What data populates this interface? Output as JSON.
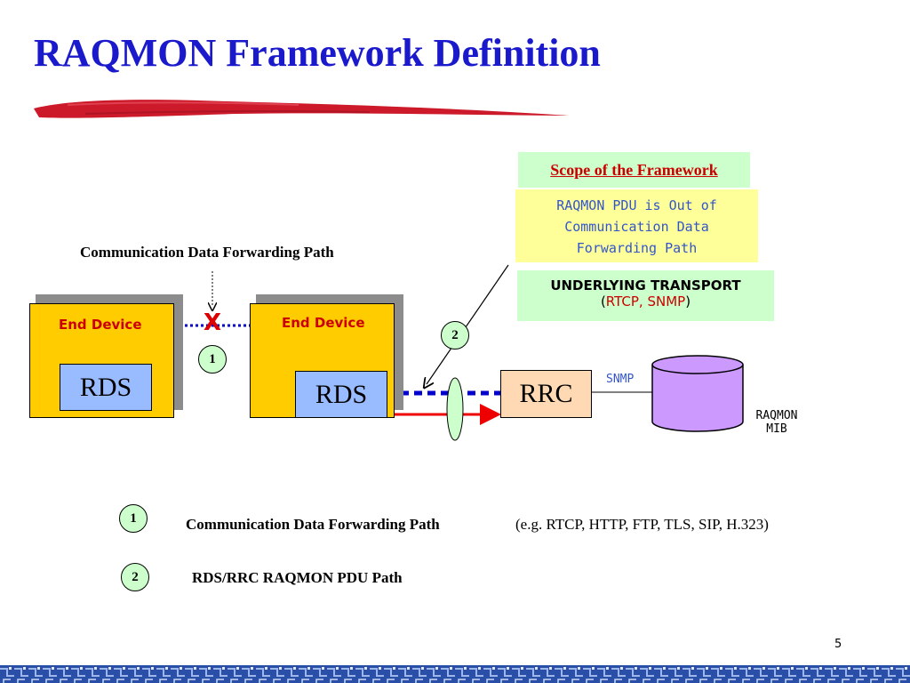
{
  "slide": {
    "title": "RAQMON Framework Definition",
    "page_number": "5"
  },
  "diagram": {
    "forwarding_path_label": "Communication Data Forwarding Path",
    "end_device_left_label": "End Device",
    "end_device_right_label": "End Device",
    "rds_left_label": "RDS",
    "rds_right_label": "RDS",
    "rrc_label": "RRC",
    "cross_mark": "X",
    "badge_one": "1",
    "badge_two": "2",
    "snmp_label": "SNMP",
    "mib_label_line1": "RAQMON",
    "mib_label_line2": "MIB"
  },
  "scope_panel": {
    "title": "Scope of the Framework",
    "pdu_note_line1": "RAQMON PDU is Out of",
    "pdu_note_line2": "Communication Data",
    "pdu_note_line3": "Forwarding Path",
    "transport_title": "UNDERLYING TRANSPORT",
    "transport_open": "(",
    "transport_protocols": "RTCP, SNMP",
    "transport_close": ")"
  },
  "legend": {
    "items": [
      {
        "number": "1",
        "label": "Communication Data Forwarding Path",
        "example": "(e.g. RTCP, HTTP, FTP, TLS, SIP, H.323)"
      },
      {
        "number": "2",
        "label": "RDS/RRC RAQMON PDU Path"
      }
    ]
  },
  "colors": {
    "title": "#1a1acc",
    "device": "#ffcc00",
    "rds": "#99bbff",
    "rrc": "#ffd9b3",
    "mib": "#cc99ff",
    "green_panel": "#ccffcc",
    "yellow_panel": "#ffff99",
    "red_arrow": "#ee0000",
    "blue_dots": "#0000cc"
  }
}
